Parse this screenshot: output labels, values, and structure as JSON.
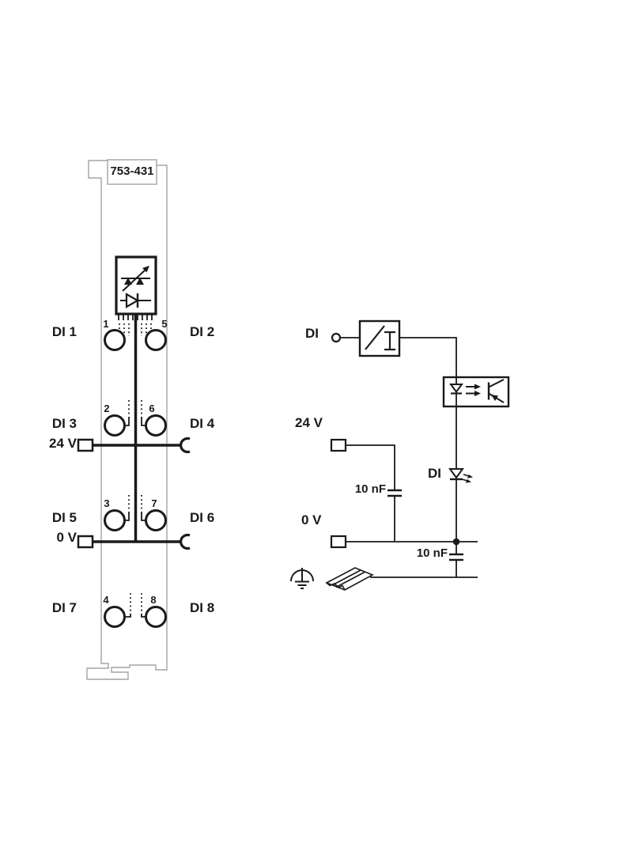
{
  "module": {
    "part_number": "753-431",
    "rows": [
      {
        "left_label": "DI 1",
        "right_label": "DI 2",
        "left_terminal": "1",
        "right_terminal": "5"
      },
      {
        "left_label": "DI 3",
        "right_label": "DI 4",
        "left_terminal": "2",
        "right_terminal": "6"
      },
      {
        "left_label": "DI 5",
        "right_label": "DI 6",
        "left_terminal": "3",
        "right_terminal": "7"
      },
      {
        "left_label": "DI 7",
        "right_label": "DI 8",
        "left_terminal": "4",
        "right_terminal": "8"
      }
    ],
    "power": {
      "supply_label": "24 V",
      "zero_label": "0 V"
    }
  },
  "circuit": {
    "input_label": "DI",
    "supply_label": "24 V",
    "zero_label": "0 V",
    "input_filter_cap": "10 nF",
    "rail_cap": "10 nF",
    "status_led_label": "DI"
  },
  "colors": {
    "ink": "#1a1a1a",
    "casing_outline": "#a3a3a3",
    "background": "#ffffff"
  }
}
